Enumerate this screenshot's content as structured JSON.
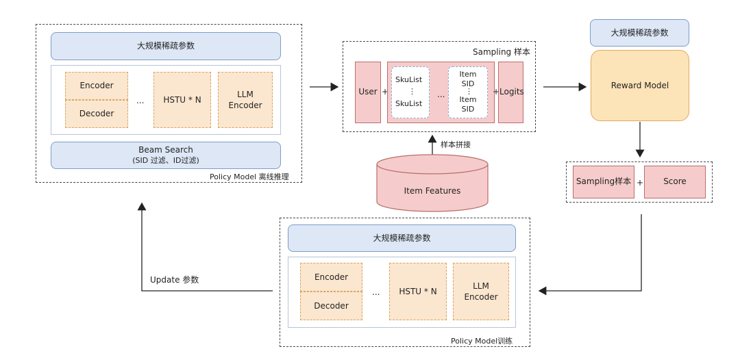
{
  "inference": {
    "sparse_params": "大规模稀疏参数",
    "encoder": "Encoder",
    "decoder": "Decoder",
    "ellipsis": "...",
    "hstu": "HSTU * N",
    "llm": "LLM\nEncoder",
    "beam_search": "Beam Search",
    "beam_filter": "(SID 过滤、ID过滤)",
    "label": "Policy Model 离线推理"
  },
  "sampling": {
    "label": "Sampling 样本",
    "user": "User",
    "plus1": "+",
    "skulist1": "SkuList",
    "vdots1": "⋮",
    "skulist2": "SkuList",
    "ellipsis": "...",
    "item_sid1": "Item\nSID",
    "vdots2": "⋮",
    "item_sid2": "Item\nSID",
    "plus_logits": "+Logits"
  },
  "concat_label": "样本拼接",
  "item_features": "Item Features",
  "reward": {
    "sparse_params": "大规模稀疏参数",
    "model": "Reward Model"
  },
  "scored": {
    "sampling_sample": "Sampling样本",
    "plus": "+",
    "score": "Score"
  },
  "training": {
    "sparse_params": "大规模稀疏参数",
    "encoder": "Encoder",
    "decoder": "Decoder",
    "ellipsis": "...",
    "hstu": "HSTU * N",
    "llm": "LLM\nEncoder",
    "label": "Policy Model训练"
  },
  "update_label": "Update 参数",
  "colors": {
    "blue_fill": "#dde7f6",
    "orange_fill": "#fbe6cf",
    "pink_fill": "#f5cccb",
    "reward_fill": "#fde3b8"
  }
}
